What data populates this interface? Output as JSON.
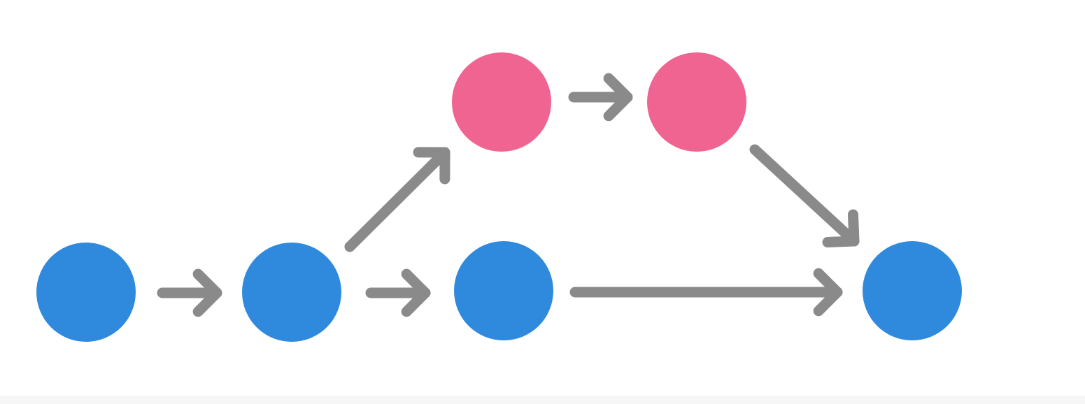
{
  "colors": {
    "background": "#ffffff",
    "main_branch_node": "#2f8ade",
    "side_branch_node": "#ef6491",
    "arrow": "#8a8a8a"
  },
  "nodes": [
    {
      "id": "m1",
      "branch": "main"
    },
    {
      "id": "m2",
      "branch": "main"
    },
    {
      "id": "m3",
      "branch": "main"
    },
    {
      "id": "m4",
      "branch": "main"
    },
    {
      "id": "s1",
      "branch": "side"
    },
    {
      "id": "s2",
      "branch": "side"
    }
  ],
  "edges": [
    {
      "from": "m1",
      "to": "m2"
    },
    {
      "from": "m2",
      "to": "m3"
    },
    {
      "from": "m2",
      "to": "s1"
    },
    {
      "from": "s1",
      "to": "s2"
    },
    {
      "from": "s2",
      "to": "m4"
    },
    {
      "from": "m3",
      "to": "m4"
    }
  ]
}
